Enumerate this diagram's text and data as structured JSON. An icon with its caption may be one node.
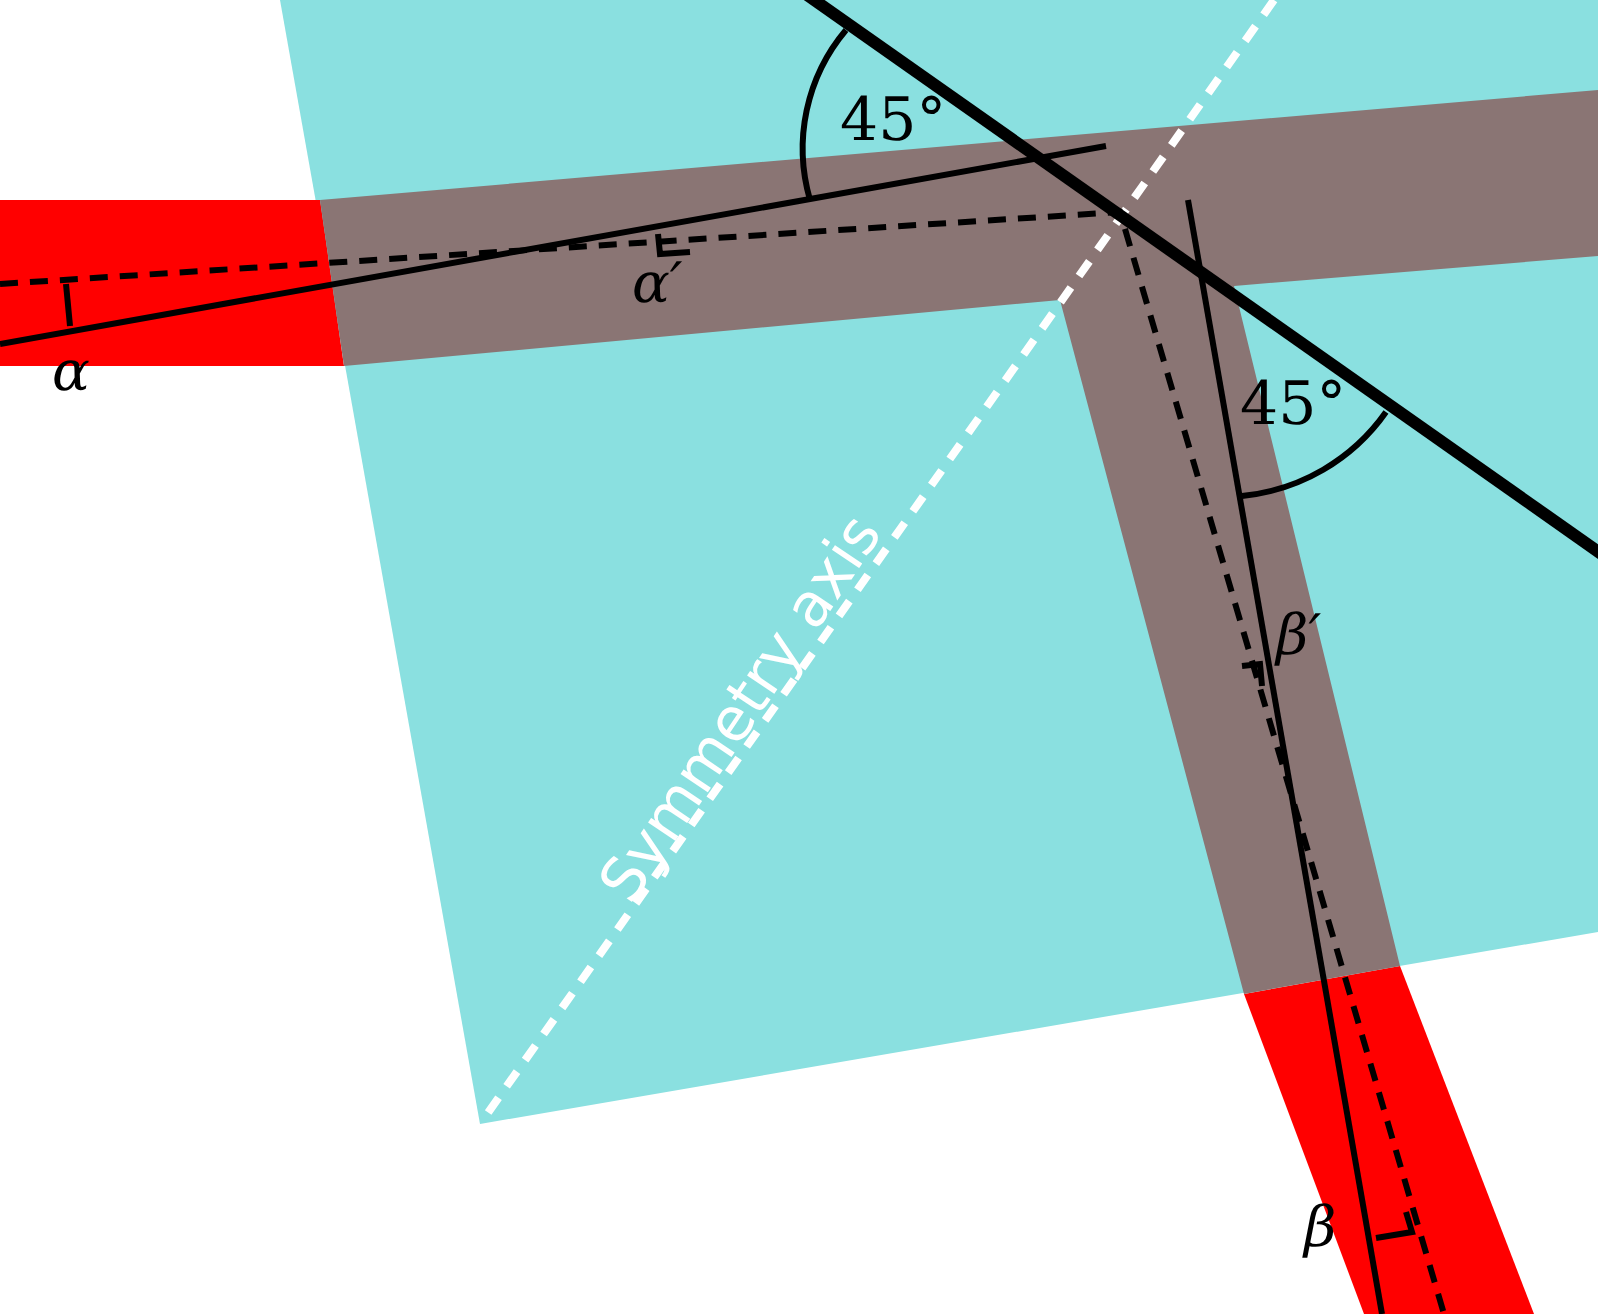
{
  "diagram": {
    "labels": [
      "45°",
      "α′",
      "α",
      "45°",
      "β′",
      "β",
      "Symmetry axis"
    ]
  }
}
